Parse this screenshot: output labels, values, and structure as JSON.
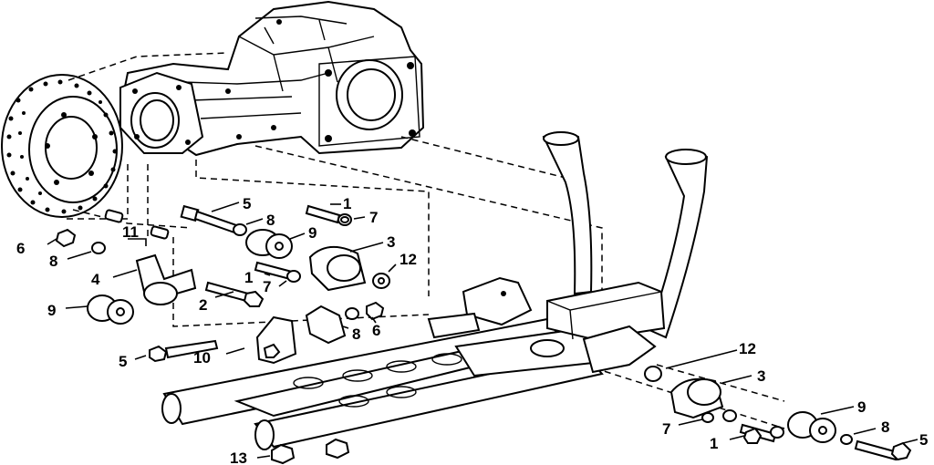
{
  "callouts": [
    {
      "id": "c1",
      "text": "5"
    },
    {
      "id": "c2",
      "text": "1"
    },
    {
      "id": "c3",
      "text": "7"
    },
    {
      "id": "c4",
      "text": "8"
    },
    {
      "id": "c5",
      "text": "9"
    },
    {
      "id": "c6",
      "text": "11"
    },
    {
      "id": "c7",
      "text": "3"
    },
    {
      "id": "c8",
      "text": "12"
    },
    {
      "id": "c9",
      "text": "6"
    },
    {
      "id": "c10",
      "text": "8"
    },
    {
      "id": "c11",
      "text": "4"
    },
    {
      "id": "c12",
      "text": "1"
    },
    {
      "id": "c13",
      "text": "7"
    },
    {
      "id": "c14",
      "text": "9"
    },
    {
      "id": "c15",
      "text": "2"
    },
    {
      "id": "c16",
      "text": "8"
    },
    {
      "id": "c17",
      "text": "6"
    },
    {
      "id": "c18",
      "text": "5"
    },
    {
      "id": "c19",
      "text": "10"
    },
    {
      "id": "c20",
      "text": "12"
    },
    {
      "id": "c21",
      "text": "3"
    },
    {
      "id": "c22",
      "text": "9"
    },
    {
      "id": "c23",
      "text": "7"
    },
    {
      "id": "c24",
      "text": "8"
    },
    {
      "id": "c25",
      "text": "1"
    },
    {
      "id": "c26",
      "text": "5"
    },
    {
      "id": "c27",
      "text": "13"
    }
  ]
}
